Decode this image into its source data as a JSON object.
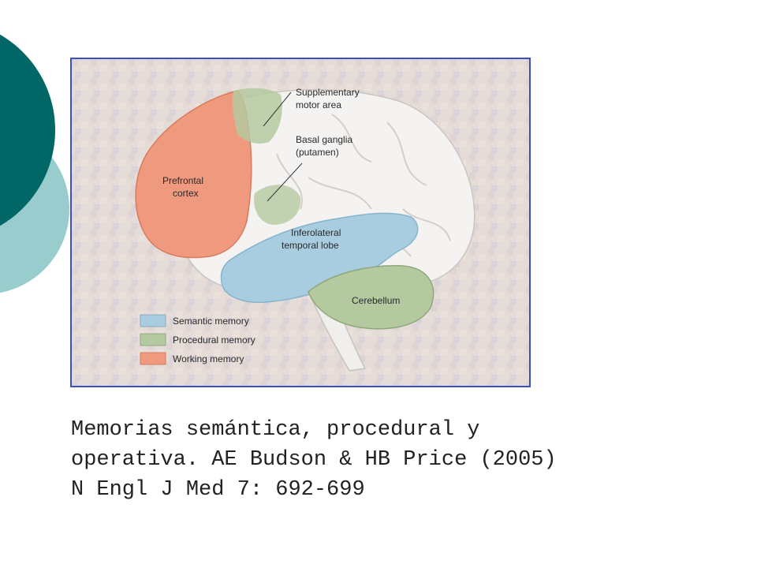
{
  "slide": {
    "colors": {
      "accent_dark": "#006666",
      "accent_light": "#99cccc",
      "frame_border": "#3a4fc4"
    }
  },
  "figure": {
    "labels": {
      "supplementary": [
        "Supplementary",
        "motor area"
      ],
      "basal": [
        "Basal ganglia",
        "(putamen)"
      ],
      "prefrontal": [
        "Prefrontal",
        "cortex"
      ],
      "inferolateral": [
        "Inferolateral",
        "temporal lobe"
      ],
      "cerebellum": "Cerebellum"
    },
    "legend": [
      {
        "label": "Semantic memory",
        "color": "#a9cde0"
      },
      {
        "label": "Procedural memory",
        "color": "#b4c9a0"
      },
      {
        "label": "Working memory",
        "color": "#ef9a7e"
      }
    ]
  },
  "caption": {
    "lines": [
      "Memorias semántica, procedural y",
      "operativa. AE Budson & HB Price (2005)",
      "N Engl J Med 7: 692-699"
    ]
  }
}
